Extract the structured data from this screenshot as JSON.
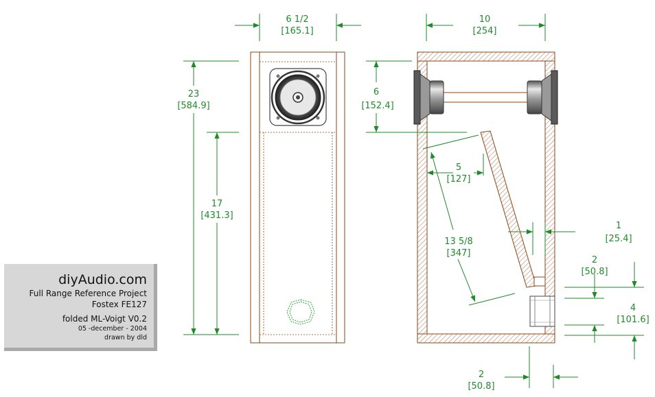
{
  "title_block": {
    "site": "diyAudio.com",
    "project": "Full Range Reference Project",
    "driver": "Fostex FE127",
    "design": "folded ML-Voigt V0.2",
    "date": "05 -december - 2004",
    "author": "drawn by dld"
  },
  "dimensions": {
    "front_width": {
      "inch": "6 1/2",
      "mm": "[165.1]"
    },
    "side_depth": {
      "inch": "10",
      "mm": "[254]"
    },
    "total_height": {
      "inch": "23",
      "mm": "[584.9]"
    },
    "lower_height": {
      "inch": "17",
      "mm": "[431.3]"
    },
    "driver_height": {
      "inch": "6",
      "mm": "[152.4]"
    },
    "throat": {
      "inch": "5",
      "mm": "[127]"
    },
    "baffle_length": {
      "inch": "13 5/8",
      "mm": "[347]"
    },
    "gap": {
      "inch": "1",
      "mm": "[25.4]"
    },
    "port_offset": {
      "inch": "2",
      "mm": "[50.8]"
    },
    "port_height": {
      "inch": "4",
      "mm": "[101.6]"
    },
    "port_length": {
      "inch": "2",
      "mm": "[50.8]"
    }
  },
  "colors": {
    "dimension": "#1f8a2a",
    "outline": "#8b4513",
    "hatch": "#b8836a",
    "title_bg": "#d7d7d7"
  }
}
